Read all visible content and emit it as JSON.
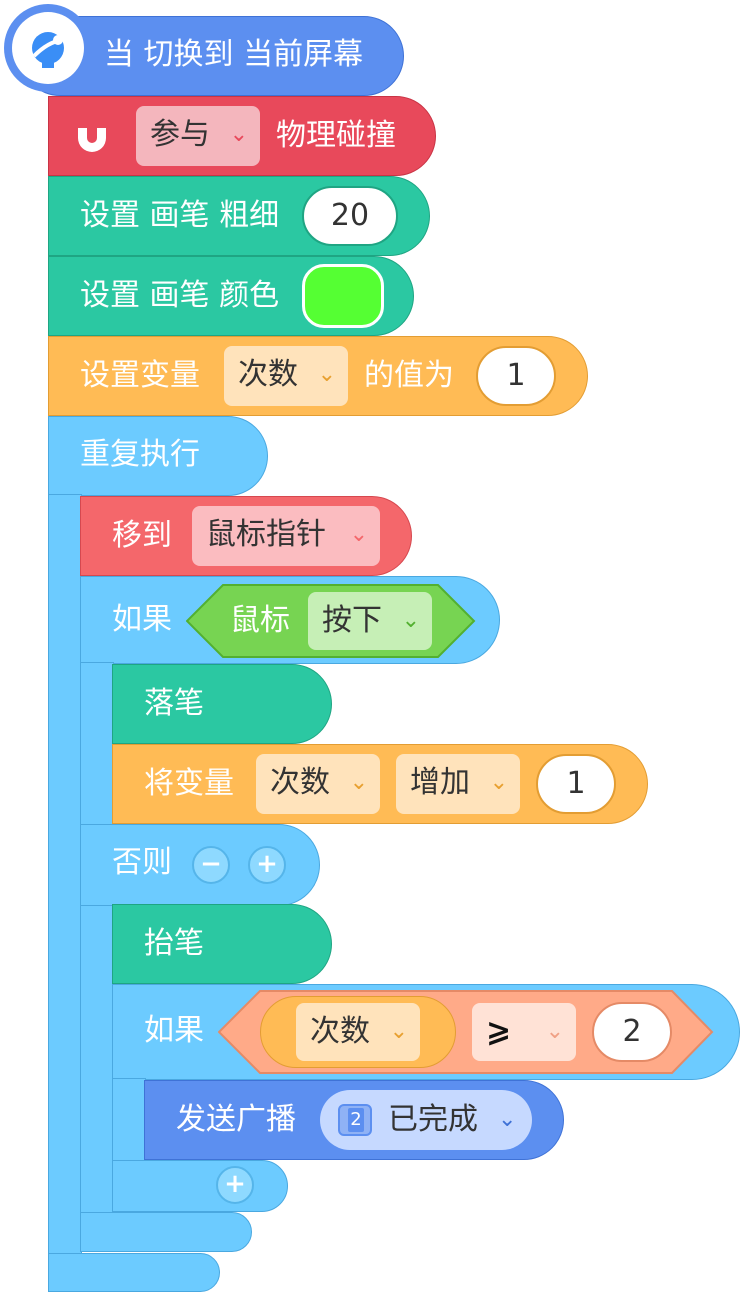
{
  "event_block": {
    "icon": "satellite-icon",
    "label": "当 切换到 当前屏幕",
    "color": "#5c8ff0"
  },
  "physics_block": {
    "icon": "magnet-icon",
    "dropdown": "参与",
    "label": "物理碰撞",
    "color": "#e8495b"
  },
  "pen_width_block": {
    "label": "设置 画笔 粗细",
    "value": "20",
    "color": "#2bc8a2"
  },
  "pen_color_block": {
    "label": "设置 画笔 颜色",
    "swatch_color": "#55ff33"
  },
  "set_var_block": {
    "label": "设置变量",
    "var": "次数",
    "label2": "的值为",
    "value": "1",
    "color": "#ffbb55"
  },
  "repeat_block": {
    "label": "重复执行",
    "color": "#6ccbff"
  },
  "move_block": {
    "label": "移到",
    "target": "鼠标指针",
    "color": "#f4676b"
  },
  "if_block": {
    "label": "如果",
    "sensor": "鼠标",
    "state": "按下",
    "else_label": "否则",
    "minus": "−",
    "plus": "+"
  },
  "pen_down_block": {
    "label": "落笔"
  },
  "change_var_block": {
    "label": "将变量",
    "var": "次数",
    "op": "增加",
    "value": "1"
  },
  "pen_up_block": {
    "label": "抬笔"
  },
  "if2_block": {
    "label": "如果",
    "var": "次数",
    "op": "⩾",
    "value": "2",
    "color": "#ffaa88"
  },
  "broadcast_block": {
    "label": "发送广播",
    "badge": "2",
    "message": "已完成",
    "plus": "+"
  }
}
